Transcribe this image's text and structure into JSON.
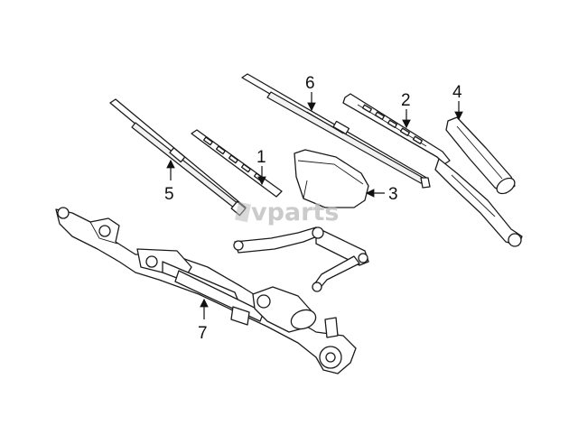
{
  "watermark": "vparts",
  "callouts": [
    {
      "id": "1",
      "label": "1"
    },
    {
      "id": "2",
      "label": "2"
    },
    {
      "id": "3",
      "label": "3"
    },
    {
      "id": "4",
      "label": "4"
    },
    {
      "id": "5",
      "label": "5"
    },
    {
      "id": "6",
      "label": "6"
    },
    {
      "id": "7",
      "label": "7"
    }
  ],
  "colors": {
    "line": "#1a1a1a",
    "watermark": "#b9b9b9",
    "background": "#ffffff"
  }
}
